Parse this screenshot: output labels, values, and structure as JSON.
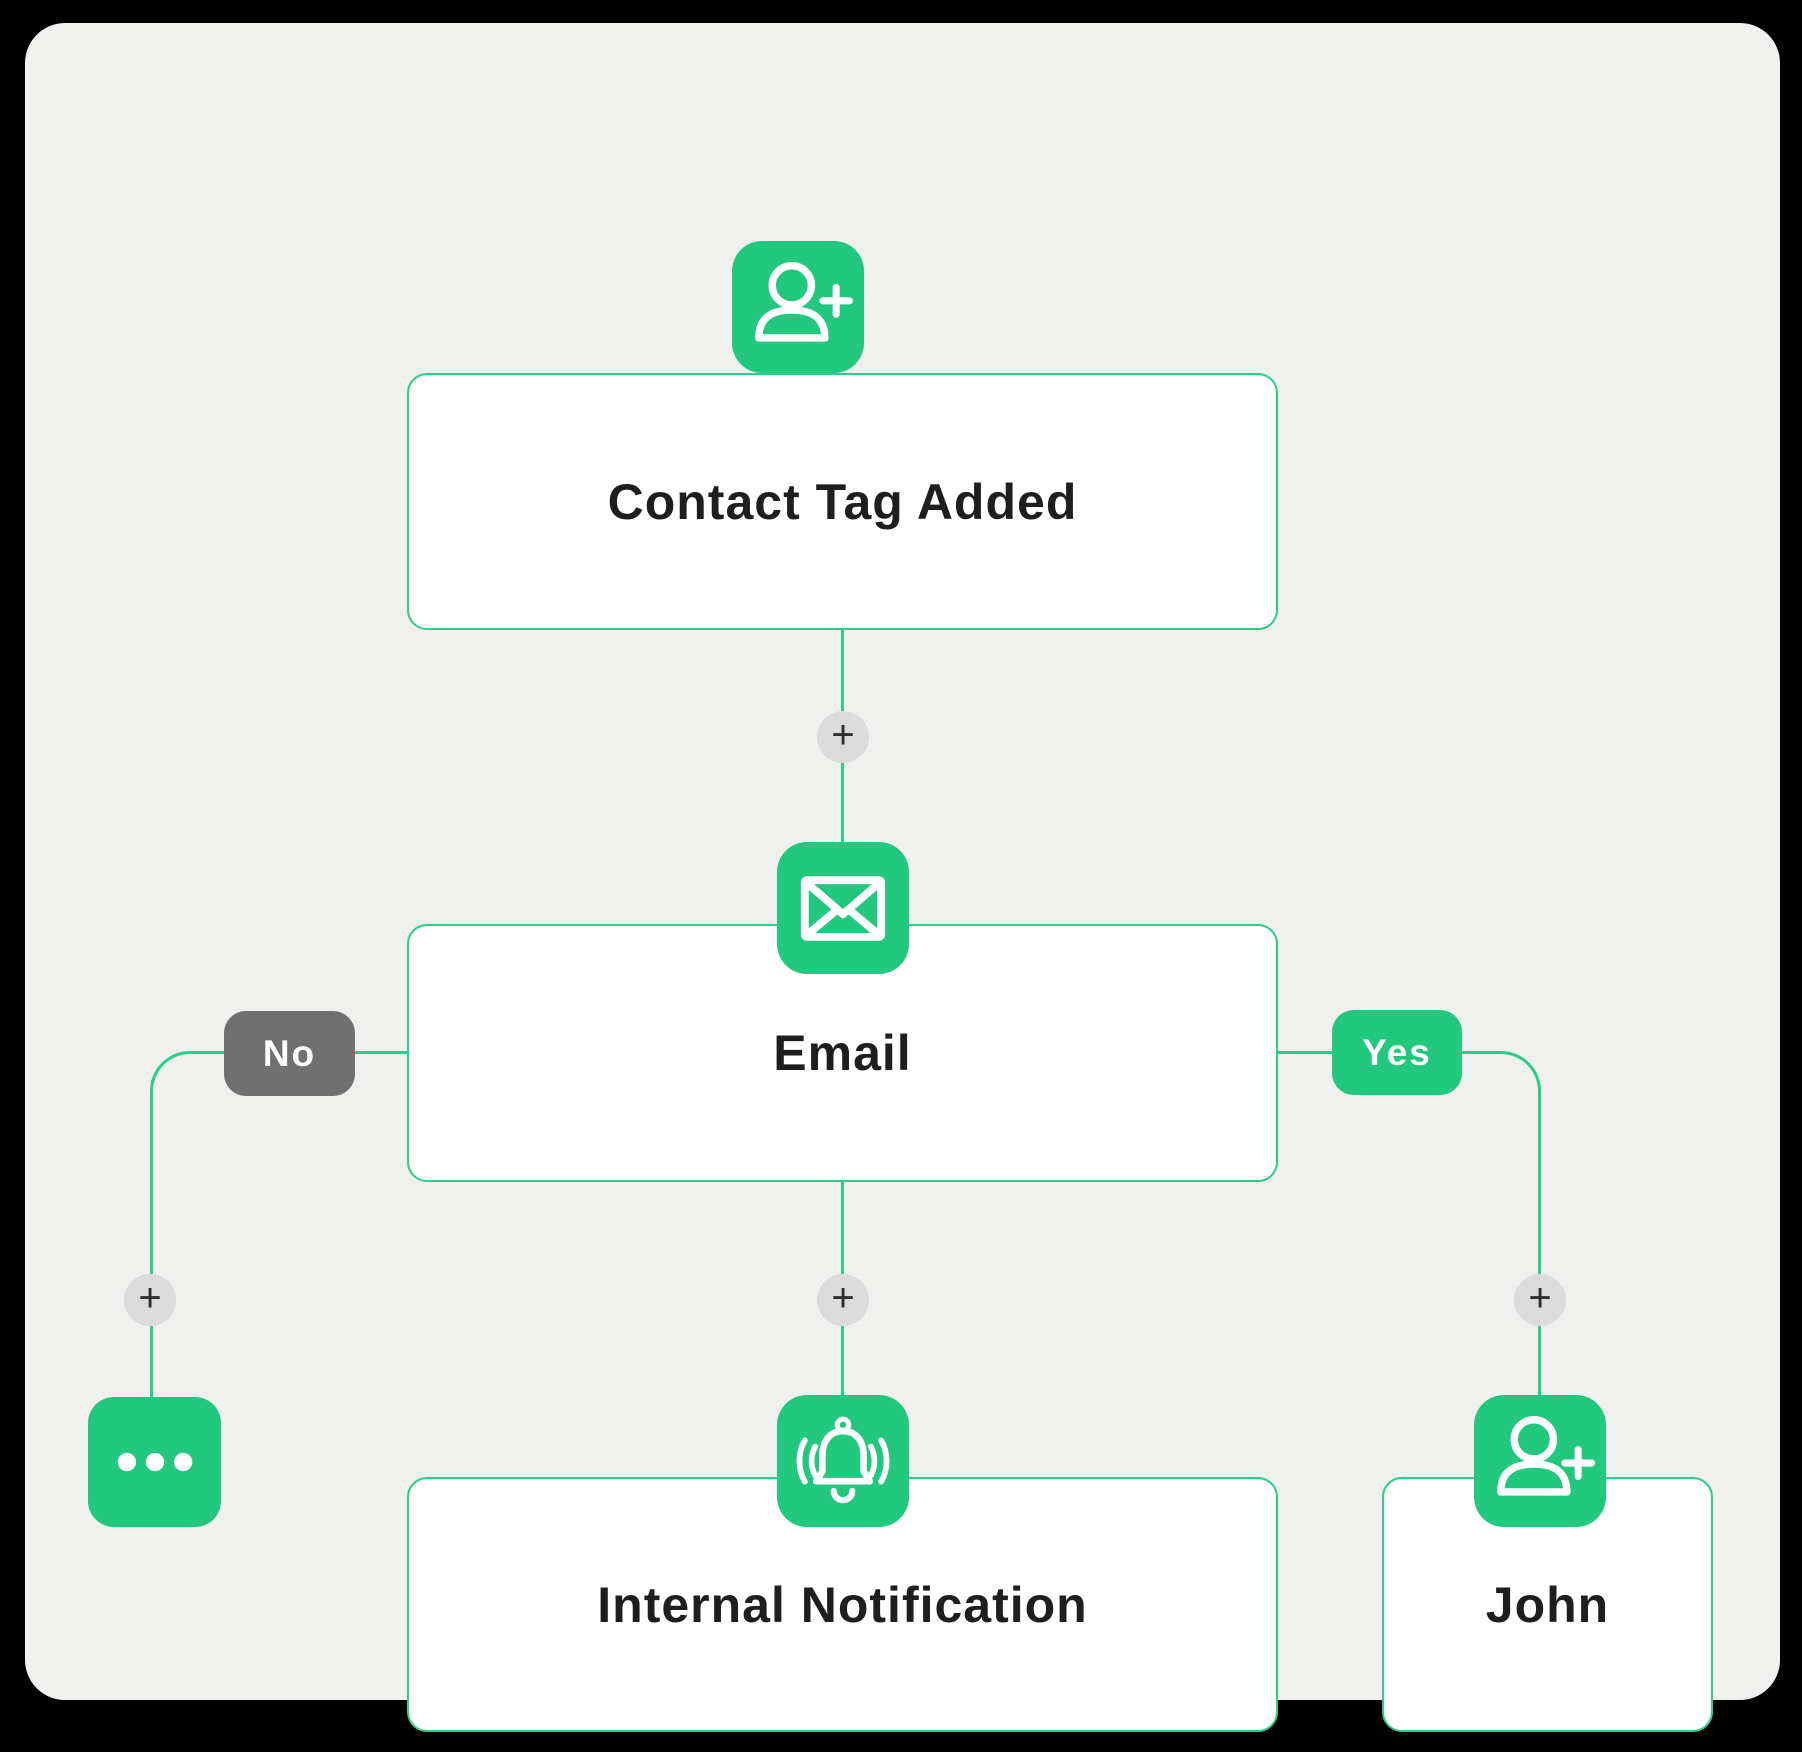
{
  "colors": {
    "outer_background": "#000000",
    "panel_background": "#F0F0EE",
    "node_green": "#21C87E",
    "connector_green": "#2BCE86",
    "card_background": "#FFFFFF",
    "text_dark": "#1E1E1E",
    "no_badge_gray": "#707070",
    "plus_circle_gray": "#DBDBDB",
    "icon_stroke": "#FFFFFF"
  },
  "flow": {
    "trigger": {
      "label": "Contact Tag Added",
      "icon": "user-plus-icon"
    },
    "condition": {
      "label": "Email",
      "icon": "email-icon"
    },
    "branches": {
      "no": "No",
      "yes": "Yes"
    },
    "actions": {
      "more": {
        "icon": "ellipsis-icon"
      },
      "notification": {
        "label": "Internal Notification",
        "icon": "bell-icon"
      },
      "assignee": {
        "label": "John",
        "icon": "user-plus-icon"
      }
    },
    "ui": {
      "add_step": "+"
    }
  }
}
